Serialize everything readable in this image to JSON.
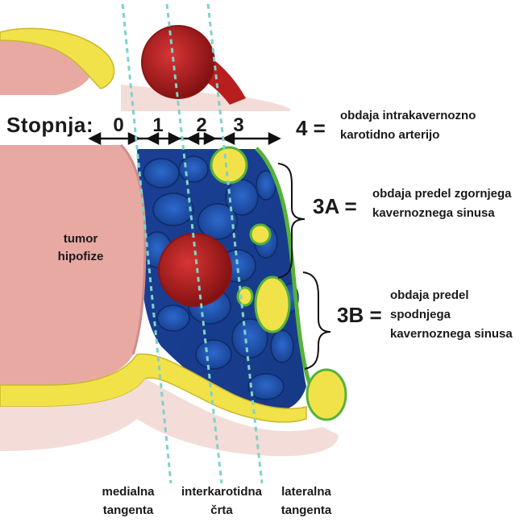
{
  "title": "Stopnja:",
  "grades": [
    "0",
    "1",
    "2",
    "3"
  ],
  "grade4": {
    "label": "4 =",
    "desc_line1": "obdaja intrakavernozno",
    "desc_line2": "karotidno arterijo"
  },
  "grade3a": {
    "label": "3A =",
    "desc_line1": "obdaja predel zgornjega",
    "desc_line2": "kavernoznega sinusa"
  },
  "grade3b": {
    "label": "3B =",
    "desc_line1": "obdaja predel",
    "desc_line2": "spodnjega",
    "desc_line3": "kavernoznega sinusa"
  },
  "tumor": {
    "line1": "tumor",
    "line2": "hipofize"
  },
  "lines": {
    "medial": {
      "line1": "medialna",
      "line2": "tangenta"
    },
    "intercarotid": {
      "line1": "interkarotidna",
      "line2": "črta"
    },
    "lateral": {
      "line1": "lateralna",
      "line2": "tangenta"
    }
  },
  "colors": {
    "tumor": "#e8a9a3",
    "sinus": "#1f4fa8",
    "artery": "#b81e1e",
    "nerve": "#f2e24a",
    "membrane": "#56b23a",
    "dashed_line": "#7fd3c8"
  }
}
